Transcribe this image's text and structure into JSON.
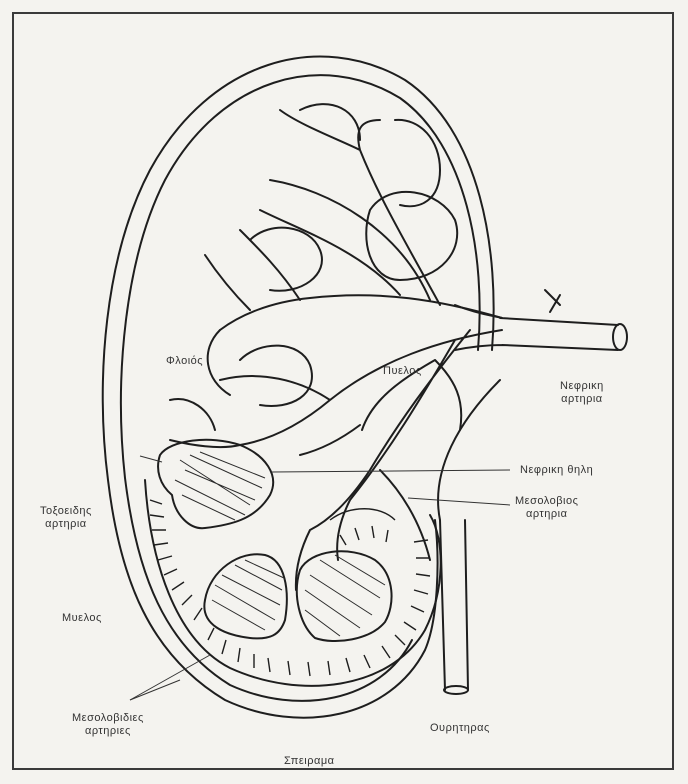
{
  "labels": {
    "cortex": "Φλοιός",
    "pelvis": "Πυελος",
    "renal_artery_1": "Νεφρικη",
    "renal_artery_2": "αρτηρια",
    "renal_papilla": "Νεφρικη θηλη",
    "interlobar_1": "Μεσολοβιος",
    "interlobar_2": "αρτηρια",
    "arcuate_1": "Τοξοειδης",
    "arcuate_2": "αρτηρια",
    "medulla": "Μυελος",
    "interlobular_1": "Μεσολοβιδιες",
    "interlobular_2": "αρτηριες",
    "ureter": "Ουρητηρας",
    "glomerulus": "Σπειραμα"
  }
}
